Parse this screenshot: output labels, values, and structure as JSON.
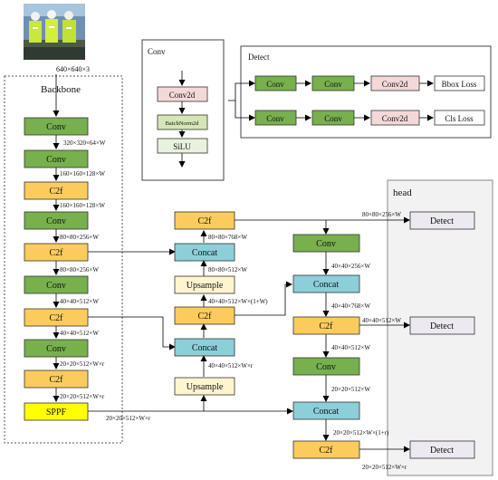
{
  "photo": {
    "dimension_label": "640×640×3"
  },
  "backbone": {
    "title": "Backbone",
    "blocks": [
      "Conv",
      "Conv",
      "C2f",
      "Conv",
      "C2f",
      "Conv",
      "C2f",
      "Conv",
      "C2f",
      "SPPF"
    ],
    "dims": [
      "320×320×64×W",
      "160×160×128×W",
      "160×160×128×W",
      "80×80×256×W",
      "80×80×256×W",
      "40×40×512×W",
      "40×40×512×W",
      "20×20×512×W×r",
      "20×20×512×W×r",
      "20×20×512×W×r"
    ]
  },
  "conv_legend": {
    "title": "Conv",
    "blocks": [
      "Conv2d",
      "BatchNorm2d",
      "SiLU"
    ]
  },
  "detect_legend": {
    "title": "Detect",
    "row1": [
      "Conv",
      "Conv",
      "Conv2d",
      "Bbox Loss"
    ],
    "row2": [
      "Conv",
      "Conv",
      "Conv2d",
      "Cls Loss"
    ]
  },
  "neck": {
    "blocks": [
      "C2f",
      "Concat",
      "Upsample",
      "C2f",
      "Concat",
      "Upsample"
    ],
    "dims": [
      "80×80×768×W",
      "80×80×512×W",
      "40×40×512×W×(1+W)",
      "40×40×512×W×r"
    ]
  },
  "pan": {
    "blocks": [
      "Conv",
      "Concat",
      "C2f",
      "Conv",
      "Concat",
      "C2f"
    ],
    "dims": [
      "40×40×256×W",
      "40×40×768×W",
      "40×40×512×W",
      "20×20×512×W",
      "20×20×512×W×(1+r)",
      "20×20×512×W×r"
    ]
  },
  "head": {
    "title": "head",
    "blocks": [
      "Detect",
      "Detect",
      "Detect"
    ],
    "dims": [
      "80×80×256×W",
      "40×40×512×W"
    ]
  },
  "colors": {
    "conv_green": "#77b04d",
    "c2f_orange": "#fbcc5c",
    "concat_blue": "#8ccfd9",
    "upsample_cream": "#fdf5cf",
    "sppf_yellow": "#ffff00",
    "conv2d_pink": "#f4d8d8",
    "bn_green": "#d5e6b5",
    "silu_green": "#e8f2dd",
    "loss_white": "#ffffff",
    "detect_gray": "#ece9f0"
  }
}
